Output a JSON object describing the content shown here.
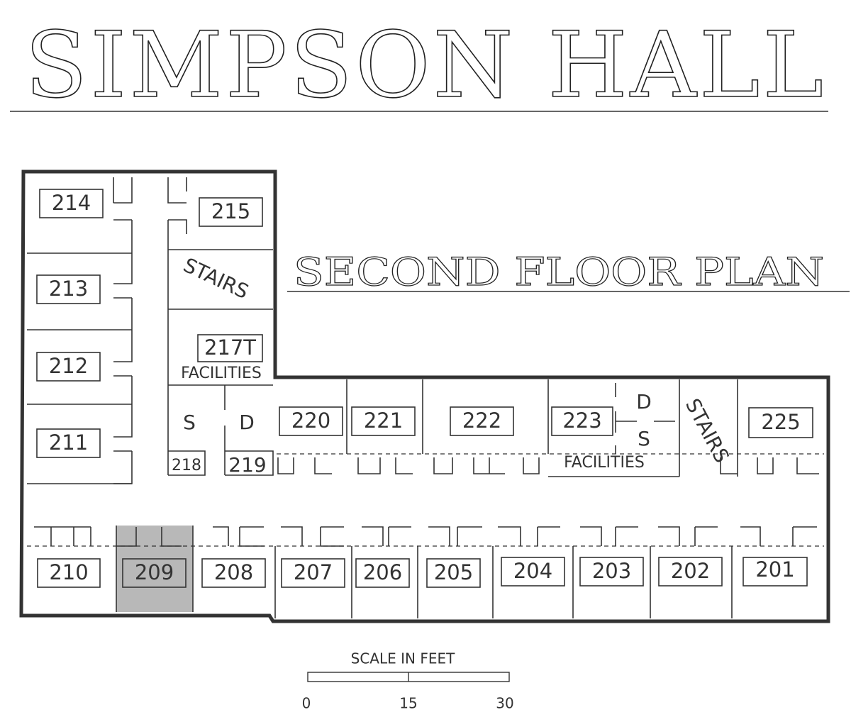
{
  "title": "SIMPSON HALL",
  "subtitle": "SECOND FLOOR PLAN",
  "highlight_color": "#b8b8b8",
  "highlighted_room": "209",
  "rooms": {
    "r214": "214",
    "r215": "215",
    "r213": "213",
    "r212": "212",
    "r211": "211",
    "r217t": "217T",
    "r218": "218",
    "r219": "219",
    "r220": "220",
    "r221": "221",
    "r222": "222",
    "r223": "223",
    "r225": "225",
    "r210": "210",
    "r209": "209",
    "r208": "208",
    "r207": "207",
    "r206": "206",
    "r205": "205",
    "r204": "204",
    "r203": "203",
    "r202": "202",
    "r201": "201"
  },
  "labels": {
    "stairs_left": "STAIRS",
    "stairs_right": "STAIRS",
    "facilities_left": "FACILITIES",
    "facilities_right": "FACILITIES",
    "s_left": "S",
    "d_left": "D",
    "d_right": "D",
    "s_right": "S"
  },
  "scale": {
    "title": "SCALE IN FEET",
    "ticks": [
      "0",
      "15",
      "30"
    ]
  }
}
